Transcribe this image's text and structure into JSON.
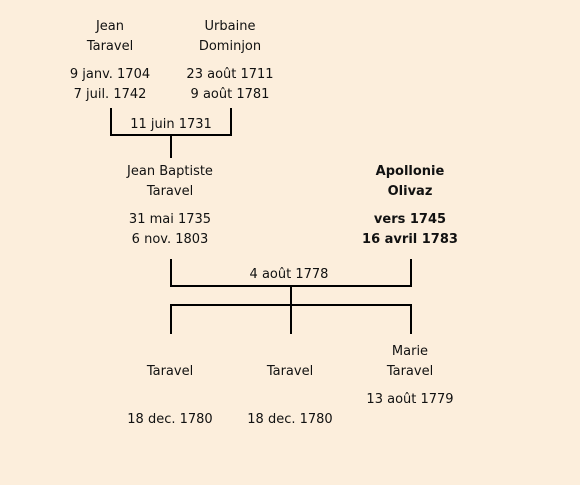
{
  "colors": {
    "background": "#FCEEDC",
    "lines": "#000000",
    "text": "#111111"
  },
  "grandparents": {
    "father": {
      "first_name": "Jean",
      "last_name": "Taravel",
      "birth": "9 janv. 1704",
      "death": "7 juil. 1742"
    },
    "mother": {
      "first_name": "Urbaine",
      "last_name": "Dominjon",
      "birth": "23 août 1711",
      "death": "9 août 1781"
    },
    "marriage_date": "11 juin 1731"
  },
  "parents": {
    "father": {
      "first_name": "Jean Baptiste",
      "last_name": "Taravel",
      "birth": "31 mai 1735",
      "death": "6 nov. 1803"
    },
    "mother": {
      "first_name": "Apollonie",
      "last_name": "Olivaz",
      "birth": "vers 1745",
      "death": "16 avril 1783"
    },
    "marriage_date": "4 août 1778"
  },
  "children": [
    {
      "first_name": "",
      "last_name": "Taravel",
      "birth": "",
      "death": "18 dec. 1780"
    },
    {
      "first_name": "",
      "last_name": "Taravel",
      "birth": "",
      "death": "18 dec. 1780"
    },
    {
      "first_name": "Marie",
      "last_name": "Taravel",
      "birth": "13 août 1779",
      "death": ""
    }
  ]
}
